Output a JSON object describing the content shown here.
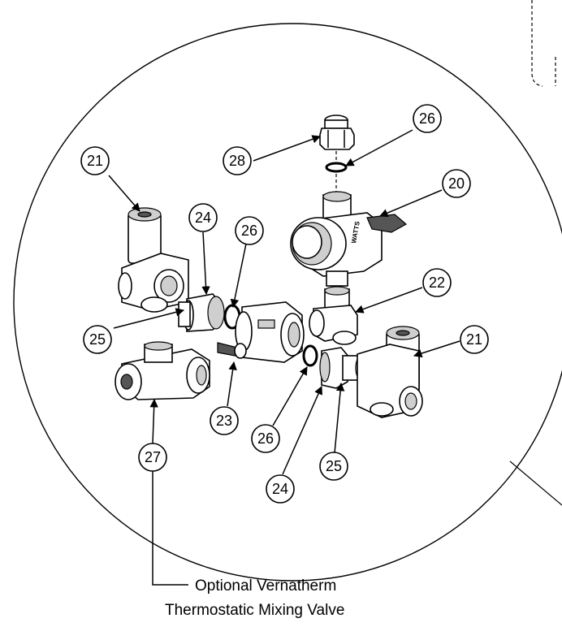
{
  "callouts": [
    {
      "id": "c21a",
      "label": "21"
    },
    {
      "id": "c24a",
      "label": "24"
    },
    {
      "id": "c26a",
      "label": "26"
    },
    {
      "id": "c28",
      "label": "28"
    },
    {
      "id": "c26b",
      "label": "26"
    },
    {
      "id": "c20",
      "label": "20"
    },
    {
      "id": "c22",
      "label": "22"
    },
    {
      "id": "c21b",
      "label": "21"
    },
    {
      "id": "c25a",
      "label": "25"
    },
    {
      "id": "c23",
      "label": "23"
    },
    {
      "id": "c26c",
      "label": "26"
    },
    {
      "id": "c27",
      "label": "27"
    },
    {
      "id": "c24b",
      "label": "24"
    },
    {
      "id": "c25b",
      "label": "25"
    }
  ],
  "caption": {
    "line1": "Optional Vernatherm",
    "line2": "Thermostatic Mixing Valve"
  },
  "valve_brand_text": "WATTS"
}
